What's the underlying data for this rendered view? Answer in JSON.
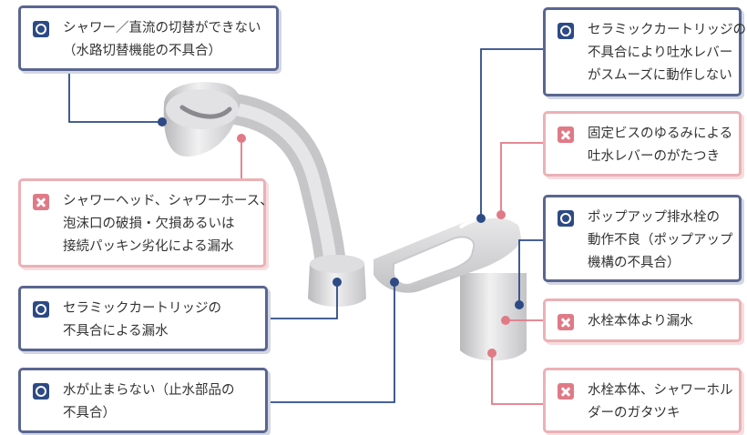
{
  "colors": {
    "ok_mark": "#2d4a85",
    "ng_mark": "#e07a86",
    "ok_border": "#5a6690",
    "ng_border": "#ebb1b6"
  },
  "callouts": [
    {
      "id": "shower-switch",
      "mark": "circle-icon",
      "lines": [
        "シャワー／直流の切替ができない",
        "（水路切替機能の不具合）"
      ]
    },
    {
      "id": "head-hose-leak",
      "mark": "cross-icon",
      "lines": [
        "シャワーヘッド、シャワーホース、",
        "泡沫口の破損・欠損あるいは",
        "接続パッキン劣化による漏水"
      ]
    },
    {
      "id": "cartridge-leak",
      "mark": "circle-icon",
      "lines": [
        "セラミックカートリッジの",
        "不具合による漏水"
      ]
    },
    {
      "id": "water-wont-stop",
      "mark": "circle-icon",
      "lines": [
        "水が止まらない（止水部品の",
        "不具合）"
      ]
    },
    {
      "id": "cartridge-lever",
      "mark": "circle-icon",
      "lines": [
        "セラミックカートリッジの",
        "不具合により吐水レバー",
        "がスムーズに動作しない"
      ]
    },
    {
      "id": "screw-loose",
      "mark": "cross-icon",
      "lines": [
        "固定ビスのゆるみによる",
        "吐水レバーのがたつき"
      ]
    },
    {
      "id": "popup-drain",
      "mark": "circle-icon",
      "lines": [
        "ポップアップ排水栓の",
        "動作不良（ポップアップ",
        "機構の不具合）"
      ]
    },
    {
      "id": "body-leak",
      "mark": "cross-icon",
      "lines": [
        "水栓本体より漏水"
      ]
    },
    {
      "id": "body-rattle",
      "mark": "cross-icon",
      "lines": [
        "水栓本体、シャワーホル",
        "ダーのガタツキ"
      ]
    }
  ]
}
